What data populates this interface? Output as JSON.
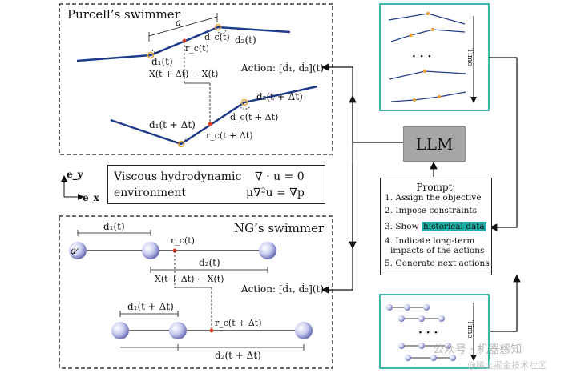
{
  "top_panel": {
    "title": "Purcell’s swimmer",
    "labels": {
      "a": "a",
      "rc": "r_c(t)",
      "dc": "d_c(t)",
      "d2": "d₂(t)",
      "d1": "d₁(t)",
      "delta_x": "X(t + Δt) − X(t)",
      "d2_next": "d₂(t + Δt)",
      "dc_next": "d_c(t + Δt)",
      "d1_next": "d₁(t + Δt)",
      "rc_next": "r_c(t + Δt)"
    },
    "action": "Action: [ḋ₁, ḋ₂](t)"
  },
  "axes": {
    "ey": "e_y",
    "ex": "e_x"
  },
  "environment": {
    "line1": "Viscous hydrodynamic",
    "line2": "environment",
    "eq1": "∇ · u = 0",
    "eq2": "μ∇²u = ∇p"
  },
  "bottom_panel": {
    "title": "NG’s swimmer",
    "labels": {
      "d1": "d₁(t)",
      "a": "a",
      "rc": "r_c(t)",
      "d2": "d₂(t)",
      "delta_x": "X(t + Δt) − X(t)",
      "d1_next": "d₁(t + Δt)",
      "rc_next": "r_c(t + Δt)",
      "d2_next": "d₂(t + Δt)"
    },
    "action": "Action: [ḋ₁, ḋ₂](t)"
  },
  "llm": {
    "label": "LLM"
  },
  "prompt": {
    "header": "Prompt:",
    "items": [
      "1. Assign the objective",
      "2. Impose constraints",
      "3. Show",
      "historical data",
      "4. Indicate long-term",
      "impacts of the actions",
      "5. Generate next actions"
    ]
  },
  "history": {
    "time_label": "Time",
    "dots": "· · ·"
  },
  "watermark": {
    "line1": "公众号 · 机器感知",
    "line2": "@稀土掘金技术社区"
  },
  "colors": {
    "swimmer": "#1f3c8a",
    "joint": "#e8a33a",
    "center": "#e0402a",
    "llm_box": "#a6a6a6",
    "highlight": "#1ab0a6",
    "history_border": "#3fb5ac"
  }
}
